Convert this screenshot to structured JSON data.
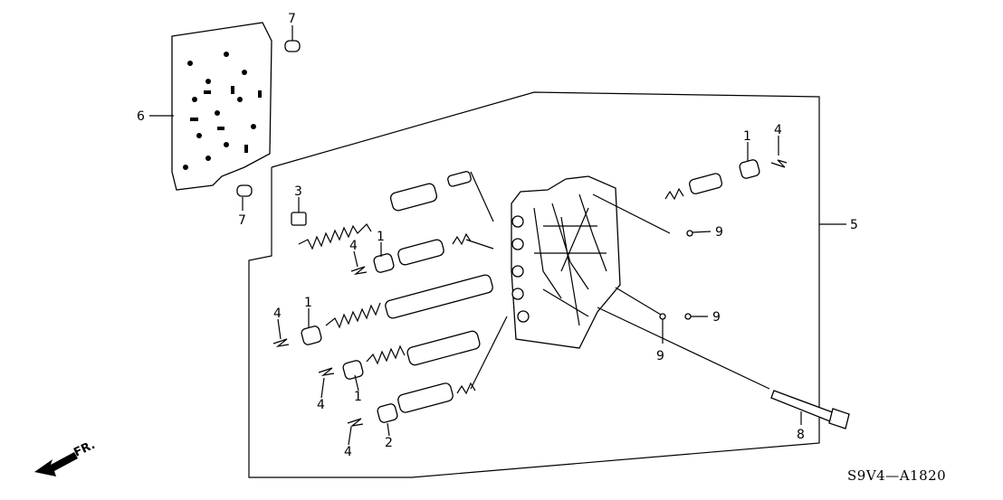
{
  "diagram": {
    "code": "S9V4—A1820",
    "front_label": "FR.",
    "callouts": {
      "plate_pin_top": "7",
      "separator_plate": "6",
      "plate_pin_bottom": "7",
      "stopper": "3",
      "clip_a": "4",
      "cap_a": "1",
      "clip_b": "4",
      "cap_b": "1",
      "clip_c": "4",
      "cap_c": "1",
      "clip_d": "4",
      "cap_d": "2",
      "cap_right": "1",
      "clip_right": "4",
      "valve_body_assembly": "5",
      "ball_a": "9",
      "ball_b": "9",
      "ball_c": "9",
      "flange_bolt": "8"
    }
  }
}
